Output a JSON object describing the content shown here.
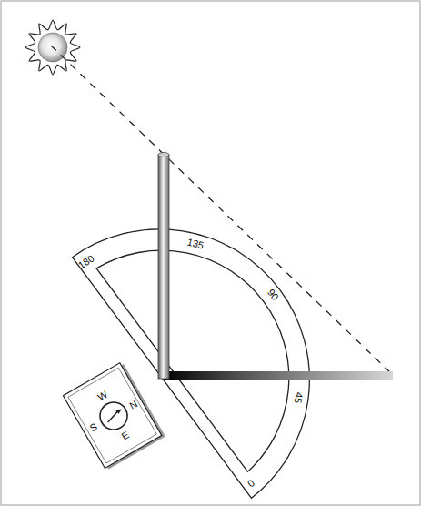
{
  "diagram": {
    "labels": [
      "180",
      "135",
      "90",
      "45",
      "0",
      "W",
      "N",
      "S",
      "E"
    ]
  }
}
